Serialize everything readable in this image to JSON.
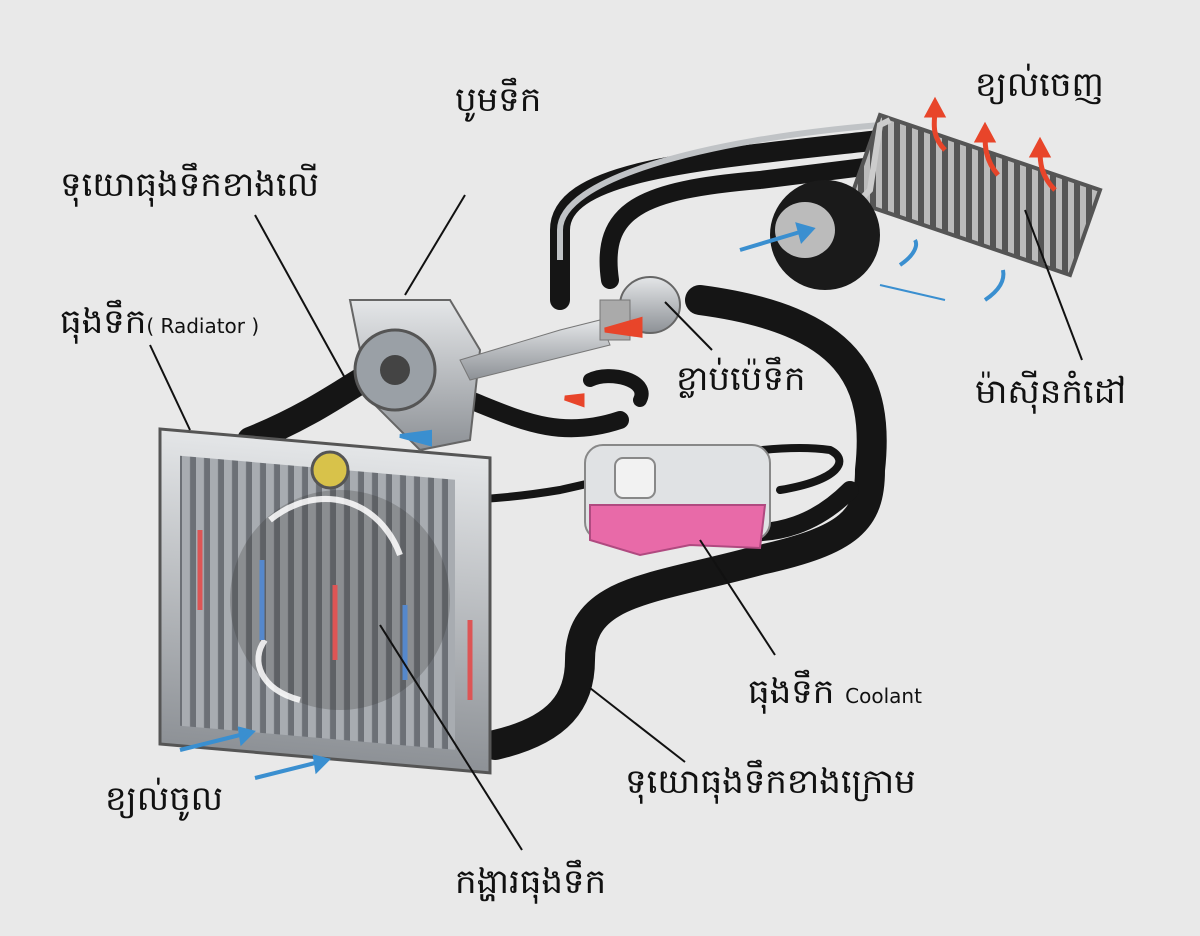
{
  "labels": {
    "water_pump": "បូមទឹក",
    "upper_hose": "ទុយោធុងទឹកខាងលើ",
    "radiator": "ធុងទឹក",
    "radiator_en": "( Radiator )",
    "air_out": "ខ្យល់ចេញ",
    "thermostat": "ខ្លាប់ប៉េទឹក",
    "heater_core": "ម៉ាស៊ីនកំដៅ",
    "coolant_tank": "ធុងទឹក",
    "coolant_en": "Coolant",
    "lower_hose": "ទុយោធុងទឹកខាងក្រោម",
    "air_in": "ខ្យល់ចូល",
    "radiator_fan": "កង្ហារធុងទឹក"
  },
  "colors": {
    "background": "#e9e9e9",
    "hose": "#151515",
    "metal": "#b9bcc0",
    "coolant_pink": "#e86aa8",
    "hot_arrow": "#e8452a",
    "cold_arrow": "#3a8fd0"
  }
}
